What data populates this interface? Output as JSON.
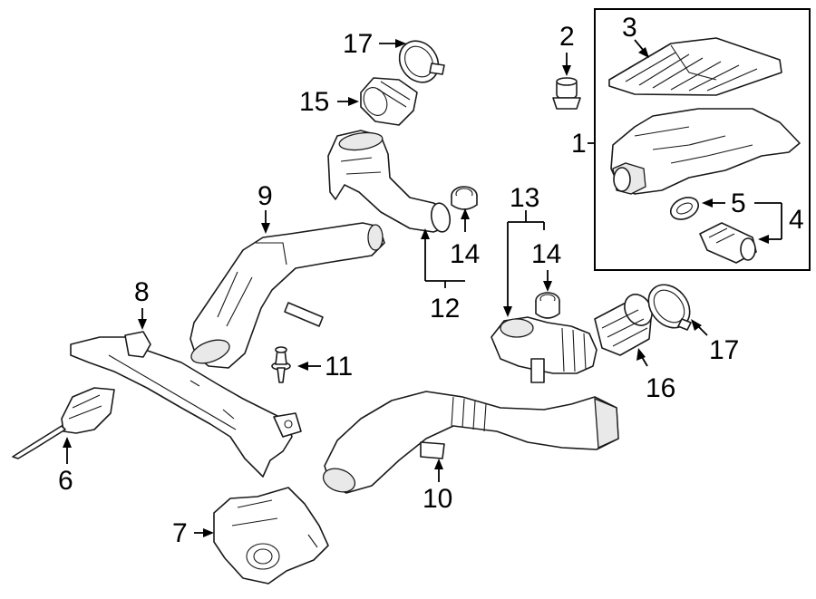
{
  "callouts": {
    "c1": "1",
    "c2": "2",
    "c3": "3",
    "c4": "4",
    "c5": "5",
    "c6": "6",
    "c7": "7",
    "c8": "8",
    "c9": "9",
    "c10": "10",
    "c11": "11",
    "c12": "12",
    "c13": "13",
    "c14a": "14",
    "c14b": "14",
    "c15": "15",
    "c16": "16",
    "c17a": "17",
    "c17b": "17"
  }
}
